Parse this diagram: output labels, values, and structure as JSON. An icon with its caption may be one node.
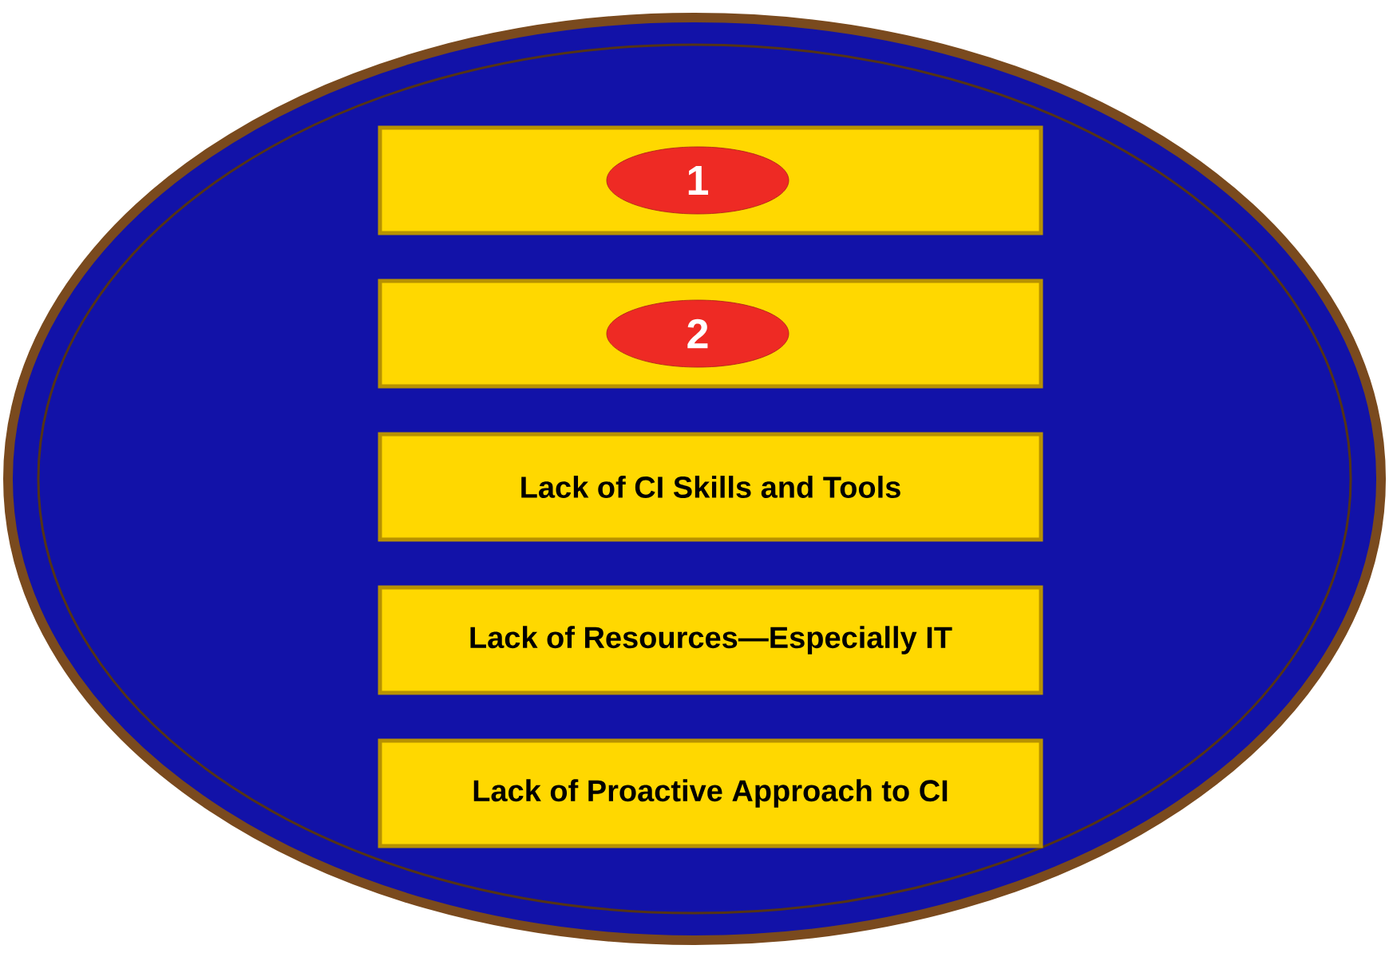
{
  "diagram": {
    "nodes": [
      {
        "text": [],
        "shape": "ellipse"
      },
      {
        "text": [],
        "shape": "box",
        "in": 0
      },
      {
        "text": [
          "1"
        ],
        "in": 1
      },
      {
        "text": [],
        "shape": "box",
        "in": 0
      },
      {
        "text": [
          "2"
        ],
        "in": 3
      },
      {
        "text": [
          "Lack of CI Skills and Tools"
        ],
        "in": 0
      },
      {
        "text": [
          "Lack of Resources—Especially IT"
        ],
        "in": 0
      },
      {
        "text": [
          "Lack of Proactive Approach to CI"
        ],
        "in": 0
      }
    ]
  }
}
